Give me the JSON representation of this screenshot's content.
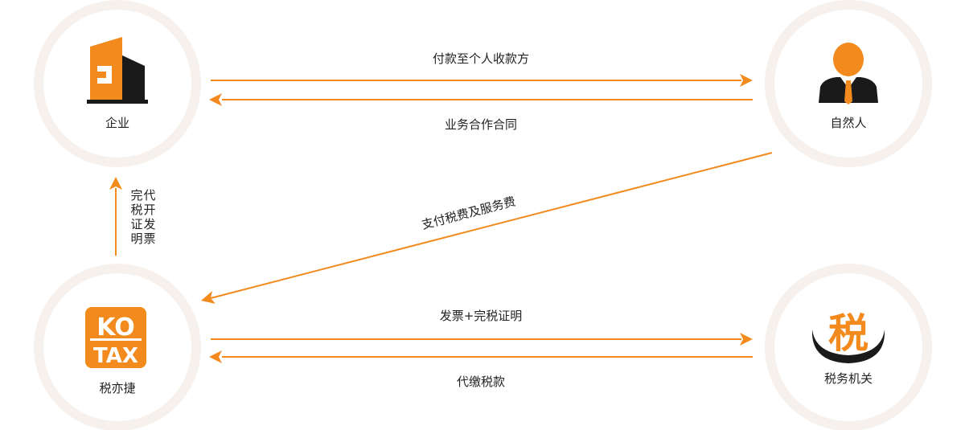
{
  "colors": {
    "accent": "#f28a1e",
    "accent_dark": "#e07810",
    "ring": "#f6f1ec",
    "text": "#222222",
    "dark": "#1a1a1a"
  },
  "nodes": {
    "enterprise": {
      "label": "企业",
      "icon": "building-icon"
    },
    "individual": {
      "label": "自然人",
      "icon": "person-icon"
    },
    "kotax": {
      "label": "税亦捷",
      "icon": "kotax-logo",
      "logo_text_top": "KO",
      "logo_text_bottom": "TAX"
    },
    "tax_bureau": {
      "label": "税务机关",
      "icon": "tax-seal-icon",
      "seal_char": "税"
    }
  },
  "edges": {
    "pay_individual": {
      "label": "付款至个人收款方"
    },
    "business_contract": {
      "label": "业务合作合同"
    },
    "pay_tax_fee": {
      "label": "支付税费及服务费"
    },
    "invoice_certificate": {
      "label": "发票+完税证明"
    },
    "withhold_tax": {
      "label": "代缴税款"
    },
    "issue_invoice": {
      "label": "代开发票完税证明",
      "col1": [
        "代",
        "开",
        "发",
        "票"
      ],
      "col2": [
        "完",
        "税",
        "证",
        "明"
      ]
    }
  }
}
